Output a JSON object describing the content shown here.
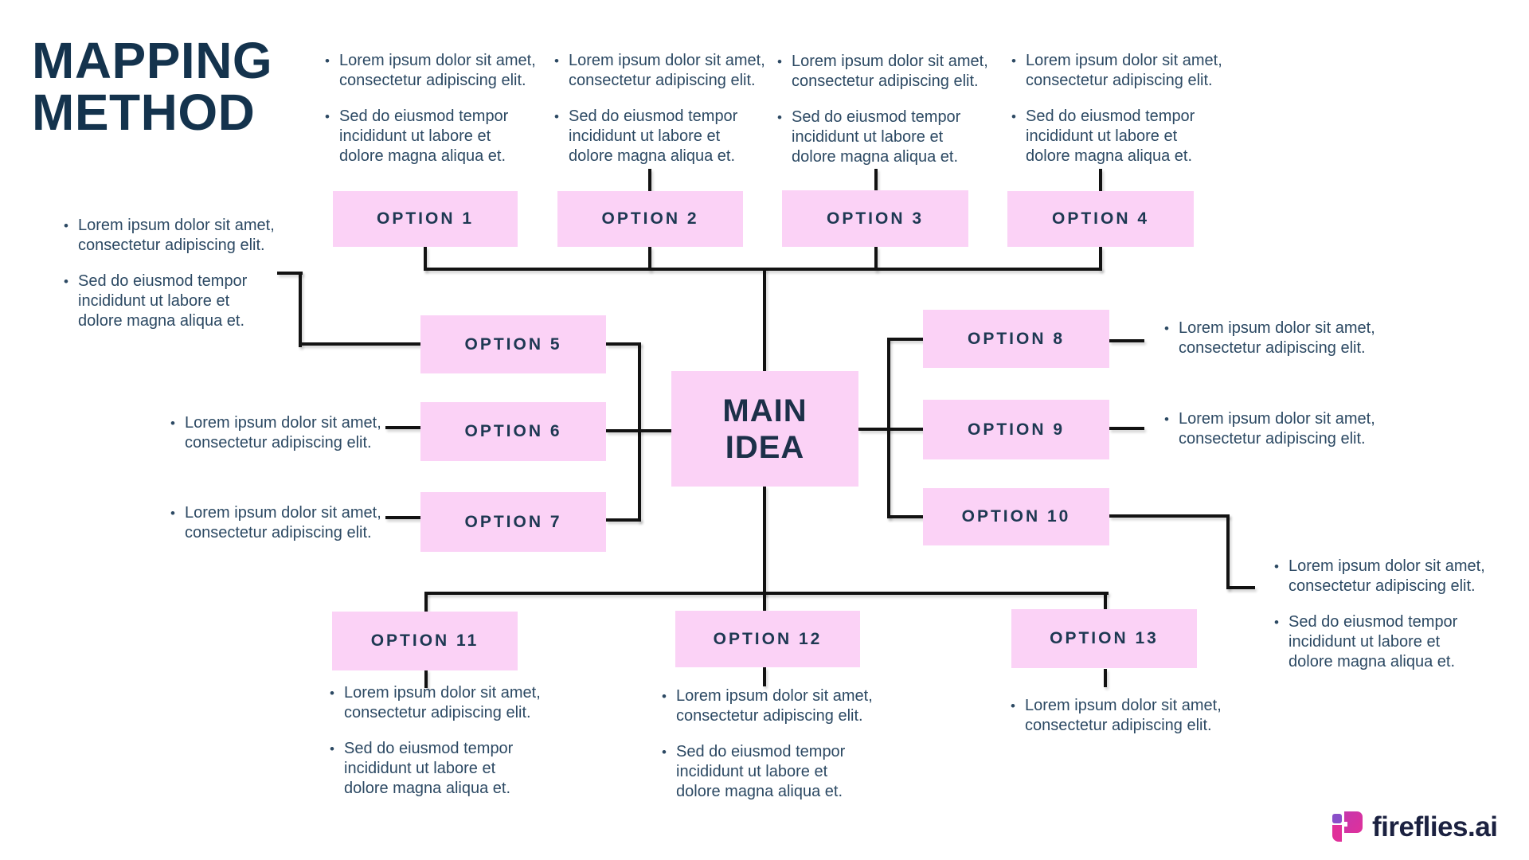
{
  "title": {
    "text": "MAPPING\nMETHOD"
  },
  "main_idea": {
    "label": "MAIN\nIDEA"
  },
  "options": [
    "OPTION 1",
    "OPTION 2",
    "OPTION 3",
    "OPTION 4",
    "OPTION 5",
    "OPTION 6",
    "OPTION 7",
    "OPTION 8",
    "OPTION 9",
    "OPTION 10",
    "OPTION 11",
    "OPTION 12",
    "OPTION 13"
  ],
  "bullets": {
    "lorem": "Lorem ipsum dolor sit amet,\nconsectetur adipiscing elit.",
    "sed": "Sed do eiusmod tempor\nincididunt ut labore et\ndolore magna aliqua et."
  },
  "glyphs": {
    "bullet": "•"
  },
  "logo": {
    "text": "fireflies.ai"
  },
  "colors": {
    "background": "#ffffff",
    "box_pink": "#fbd2f6",
    "title_navy": "#14334d",
    "body_navy": "#2c4963",
    "label_navy": "#1d3852",
    "line_black": "#121212",
    "logo_navy": "#1b2140",
    "logo_magenta": "#e0309a",
    "logo_purple": "#8a4fc9"
  }
}
